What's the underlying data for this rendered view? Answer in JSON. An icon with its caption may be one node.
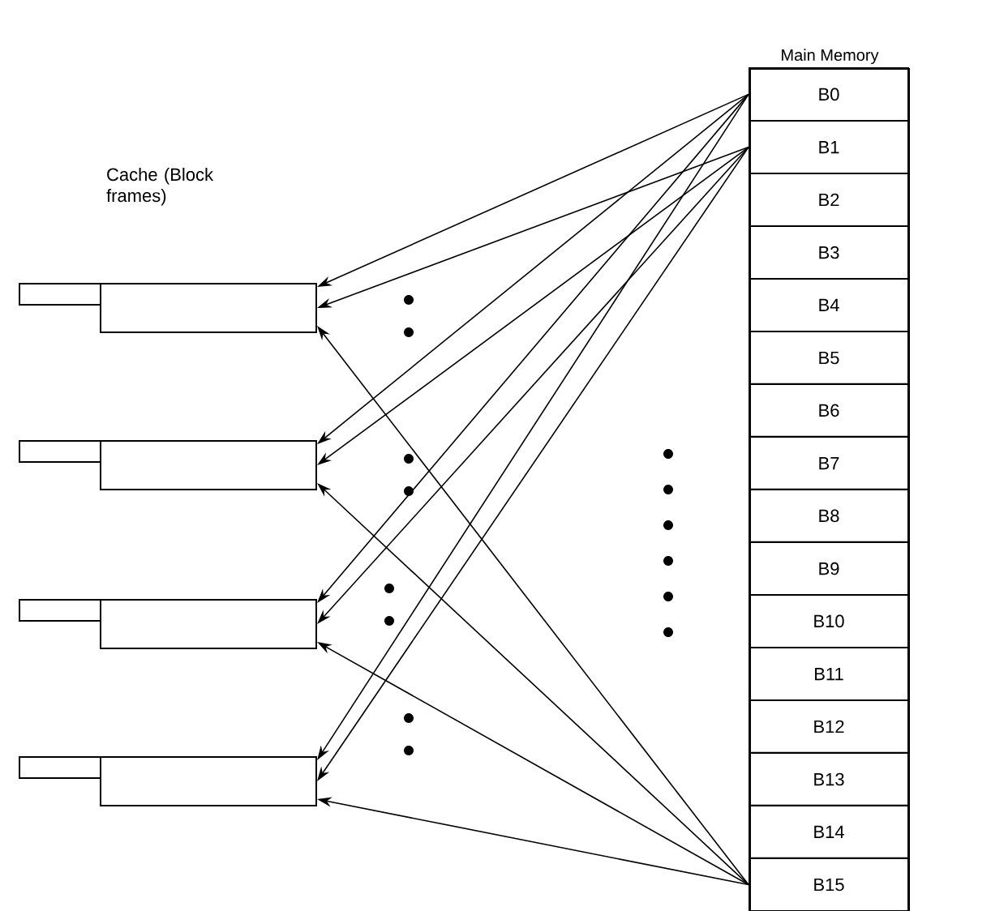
{
  "diagram": {
    "nodes": [
      {
        "text": [
          "Main Memory"
        ]
      },
      {
        "text": [
          "B0"
        ],
        "in": 0
      },
      {
        "text": [
          "B1"
        ],
        "in": 0
      },
      {
        "text": [
          "B2"
        ],
        "in": 0
      },
      {
        "text": [
          "B3"
        ],
        "in": 0
      },
      {
        "text": [
          "B4"
        ],
        "in": 0
      },
      {
        "text": [
          "B5"
        ],
        "in": 0
      },
      {
        "text": [
          "B6"
        ],
        "in": 0
      },
      {
        "text": [
          "B7"
        ],
        "in": 0
      },
      {
        "text": [
          "B8"
        ],
        "in": 0
      },
      {
        "text": [
          "B9"
        ],
        "in": 0
      },
      {
        "text": [
          "B10"
        ],
        "in": 0
      },
      {
        "text": [
          "B11"
        ],
        "in": 0
      },
      {
        "text": [
          "B12"
        ],
        "in": 0
      },
      {
        "text": [
          "B13"
        ],
        "in": 0
      },
      {
        "text": [
          "B14"
        ],
        "in": 0
      },
      {
        "text": [
          "B15"
        ],
        "in": 0
      },
      {
        "text": [],
        "shape": "box"
      },
      {
        "text": [],
        "shape": "box"
      },
      {
        "text": [],
        "shape": "box"
      },
      {
        "text": [],
        "shape": "box"
      }
    ],
    "edges": [
      {
        "from": 1,
        "to": 17,
        "arrow": "to"
      },
      {
        "from": 1,
        "to": 18,
        "arrow": "to"
      },
      {
        "from": 1,
        "to": 19,
        "arrow": "to"
      },
      {
        "from": 1,
        "to": 20,
        "arrow": "to"
      },
      {
        "from": 2,
        "to": 17,
        "arrow": "to"
      },
      {
        "from": 2,
        "to": 18,
        "arrow": "to"
      },
      {
        "from": 2,
        "to": 19,
        "arrow": "to"
      },
      {
        "from": 2,
        "to": 20,
        "arrow": "to"
      },
      {
        "from": 16,
        "to": 17,
        "arrow": "to"
      },
      {
        "from": 16,
        "to": 18,
        "arrow": "to"
      },
      {
        "from": 16,
        "to": 19,
        "arrow": "to"
      },
      {
        "from": 16,
        "to": 20,
        "arrow": "to"
      }
    ],
    "labels": [
      "Cache (Block frames)"
    ]
  }
}
